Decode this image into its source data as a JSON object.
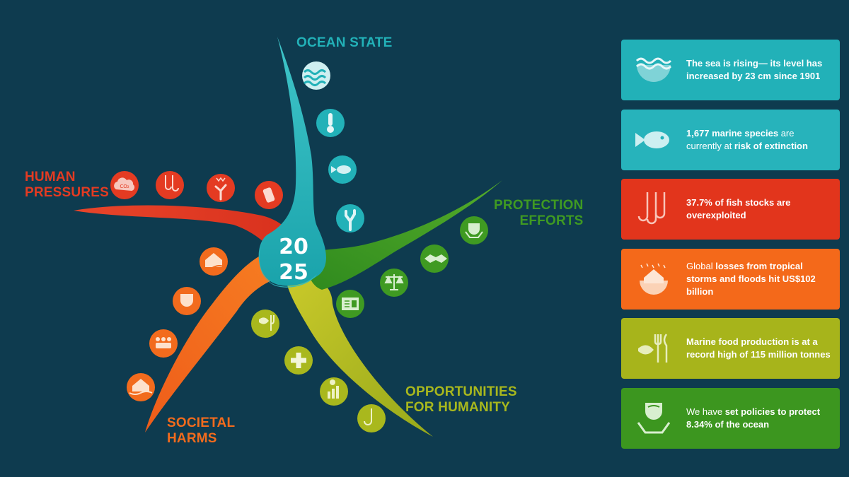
{
  "center": {
    "year_line1": "20",
    "year_line2": "25"
  },
  "arms": {
    "ocean_state": {
      "label": "OCEAN STATE",
      "color": "#22b1b8"
    },
    "human_pressures": {
      "label": "HUMAN\nPRESSURES",
      "color": "#e43b22"
    },
    "protection_efforts": {
      "label": "PROTECTION\nEFFORTS",
      "color": "#3f9a22"
    },
    "opportunities": {
      "label": "OPPORTUNITIES\nFOR HUMANITY",
      "color": "#a9b81d"
    },
    "societal_harms": {
      "label": "SOCIETAL\nHARMS",
      "color": "#f26b1d"
    }
  },
  "icons": {
    "ocean_state": [
      "waves-icon",
      "thermometer-icon",
      "fish-icon",
      "coral-icon"
    ],
    "human_pressures": [
      "co2-cloud-icon",
      "fish-hooks-icon",
      "coral-bleaching-icon",
      "plastic-bottle-icon"
    ],
    "protection_efforts": [
      "shield-hands-icon",
      "handshake-icon",
      "scales-icon",
      "document-icon"
    ],
    "opportunities": [
      "fish-food-icon",
      "health-cross-icon",
      "money-growth-icon",
      "fishing-hook-icon"
    ],
    "societal_harms": [
      "flood-house-icon",
      "protection-shield-icon",
      "community-icon",
      "flooded-house-icon"
    ],
    "co2_text": "CO₂"
  },
  "cards": [
    {
      "color": "#22b1b8",
      "icon": "sea-level-icon",
      "segments": [
        {
          "text": "The sea is rising— its level has increased by 23 cm since 1901",
          "bold": true
        }
      ]
    },
    {
      "color": "#27b3bb",
      "icon": "fish-icon",
      "segments": [
        {
          "text": "1,677 marine species",
          "bold": true
        },
        {
          "text": " are currently at ",
          "bold": false
        },
        {
          "text": "risk of extinction",
          "bold": true
        }
      ]
    },
    {
      "color": "#e2351c",
      "icon": "fish-hooks-icon",
      "segments": [
        {
          "text": "37.7% of fish stocks are overexploited",
          "bold": true
        }
      ]
    },
    {
      "color": "#f4691a",
      "icon": "storm-house-icon",
      "segments": [
        {
          "text": "Global ",
          "bold": false
        },
        {
          "text": "losses",
          "bold": true
        },
        {
          "text": " from tropical storms and floods hit US$102 billion",
          "bold": true
        }
      ]
    },
    {
      "color": "#a7b41b",
      "icon": "fish-cutlery-icon",
      "segments": [
        {
          "text": "Marine food production is at a record high of 115 million tonnes",
          "bold": true
        }
      ]
    },
    {
      "color": "#3c961f",
      "icon": "shield-hands-icon",
      "segments": [
        {
          "text": "We have ",
          "bold": false
        },
        {
          "text": "set policies",
          "bold": true
        },
        {
          "text": " to protect 8.34% of the ocean",
          "bold": true
        }
      ]
    }
  ]
}
